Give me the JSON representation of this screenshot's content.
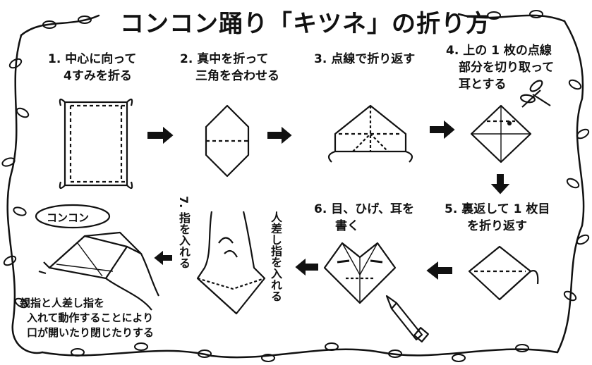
{
  "title": "コンコン踊り「キツネ」の折り方",
  "steps": [
    {
      "line1": "1. 中心に向って",
      "line2": "4すみを折る"
    },
    {
      "line1": "2. 真中を折って",
      "line2": "三角を合わせる"
    },
    {
      "line1": "3. 点線で折り返す"
    },
    {
      "line1": "4. 上の 1 枚の点線",
      "line2": "部分を切り取って",
      "line3": "耳とする"
    },
    {
      "line1": "5. 裏返して 1 枚目",
      "line2": "を折り返す"
    },
    {
      "line1": "6. 目、ひげ、耳を",
      "line2": "書く"
    },
    {
      "line1": "7. 指を入れる"
    }
  ],
  "index_finger_label": "人差し指を入れる",
  "speech_bubble": "コンコン",
  "final_note": {
    "line1": "親指と人差し指を",
    "line2": "入れて動作することにより",
    "line3": "口が開いたり閉じたりする"
  }
}
